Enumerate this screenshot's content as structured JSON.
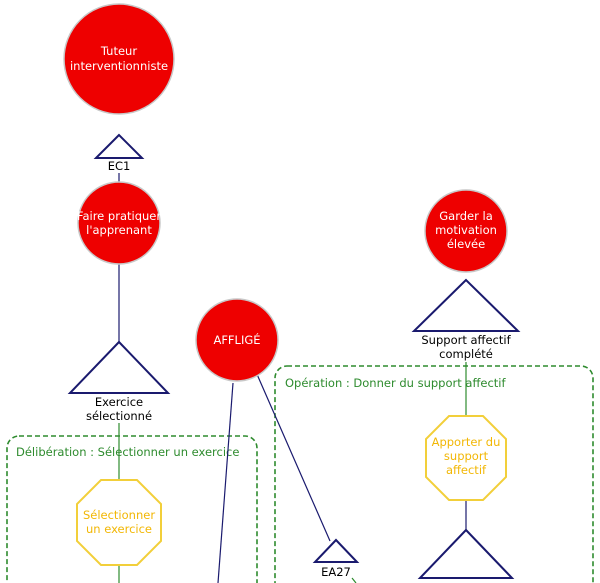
{
  "colors": {
    "goal_fill": "#ee0000",
    "goal_stroke": "#c8c8c8",
    "triangle_stroke": "#1a1a6e",
    "hexagon_stroke": "#f2cf3a",
    "hexagon_text": "#f2b705",
    "box_stroke": "#2e8b2e",
    "connector_blue": "#1a1a6e",
    "connector_green": "#2e8b2e"
  },
  "nodes": {
    "tuteur": {
      "line1": "Tuteur",
      "line2": "interventionniste"
    },
    "faire": {
      "line1": "Faire pratiquer",
      "line2": "l'apprenant"
    },
    "garder": {
      "line1": "Garder la",
      "line2": "motivation",
      "line3": "élevée"
    },
    "afflige": {
      "line1": "AFFLIGÉ"
    }
  },
  "triangles": {
    "ec1": {
      "label": "EC1"
    },
    "exercice": {
      "line1": "Exercice",
      "line2": "sélectionné"
    },
    "support": {
      "line1": "Support affectif",
      "line2": "complété"
    },
    "ea27": {
      "label": "EA27"
    }
  },
  "hexagons": {
    "selectionner": {
      "line1": "Sélectionner",
      "line2": "un exercice"
    },
    "apporter": {
      "line1": "Apporter du",
      "line2": "support",
      "line3": "affectif"
    }
  },
  "boxes": {
    "deliberation": {
      "title": "Délibération : Sélectionner un exercice"
    },
    "operation": {
      "title": "Opération : Donner du support affectif"
    }
  }
}
